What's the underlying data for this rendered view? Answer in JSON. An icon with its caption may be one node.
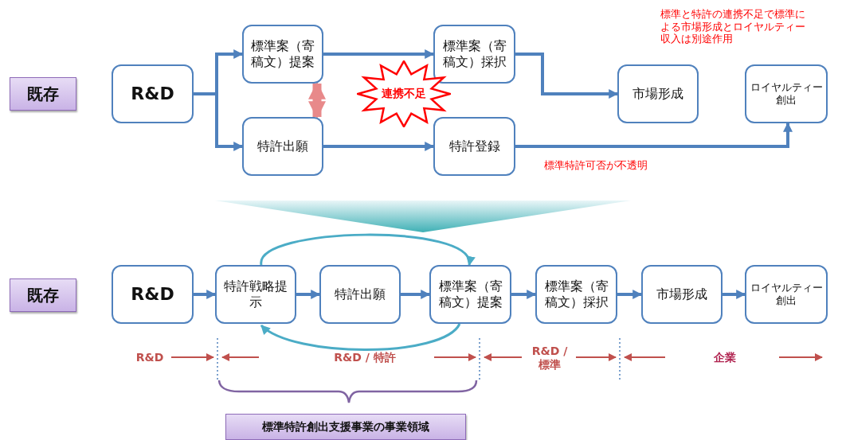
{
  "diagram": {
    "nodes": [
      {
        "text": [
          "既存"
        ]
      },
      {
        "text": [
          "R&D"
        ]
      },
      {
        "text": [
          "標準案（寄稿文）提案"
        ]
      },
      {
        "text": [
          "特許出願"
        ]
      },
      {
        "text": [
          "標準案（寄稿文）採択"
        ]
      },
      {
        "text": [
          "連携不足"
        ]
      },
      {
        "text": [
          "市場形成"
        ]
      },
      {
        "text": [
          "ロイヤルティー創出"
        ]
      },
      {
        "text": [
          "特許登録"
        ]
      },
      {
        "text": [
          "既存"
        ]
      },
      {
        "text": [
          "R&D"
        ]
      },
      {
        "text": [
          "特許戦略提示"
        ]
      },
      {
        "text": [
          "特許出願"
        ]
      },
      {
        "text": [
          "標準案（寄稿文）提案"
        ]
      },
      {
        "text": [
          "標準案（寄稿文）採択"
        ]
      },
      {
        "text": [
          "市場形成"
        ]
      },
      {
        "text": [
          "ロイヤルティー創出"
        ]
      },
      {
        "text": [
          "標準特許創出支援事業の事業領域"
        ]
      }
    ],
    "edges": [
      {
        "from": 1,
        "to": 2,
        "arrow": "to"
      },
      {
        "from": 1,
        "to": 3,
        "arrow": "to"
      },
      {
        "from": 2,
        "to": 4,
        "arrow": "to"
      },
      {
        "from": 3,
        "to": 8,
        "arrow": "to"
      },
      {
        "from": 4,
        "to": 6,
        "arrow": "to"
      },
      {
        "from": 8,
        "to": 7,
        "arrow": "to"
      },
      {
        "from": 2,
        "to": 3,
        "arrow": "both",
        "style": "thick",
        "color": "#e8898a"
      },
      {
        "from": 10,
        "to": 11,
        "arrow": "to"
      },
      {
        "from": 11,
        "to": 12,
        "arrow": "to"
      },
      {
        "from": 12,
        "to": 13,
        "arrow": "to"
      },
      {
        "from": 13,
        "to": 14,
        "arrow": "to"
      },
      {
        "from": 14,
        "to": 15,
        "arrow": "to"
      },
      {
        "from": 15,
        "to": 16,
        "arrow": "to"
      },
      {
        "from": 11,
        "to": 13,
        "arrow": "to",
        "color": "#4bacc6"
      },
      {
        "from": 13,
        "to": 11,
        "arrow": "to",
        "color": "#4bacc6"
      }
    ],
    "labels": [
      "標準と特許の連携不足で標準による市場形成とロイヤルティー収入は別途作用",
      "標準特許可否が不透明",
      "R&D",
      "R&D / 特許",
      "R&D / 標準",
      "企業"
    ]
  }
}
